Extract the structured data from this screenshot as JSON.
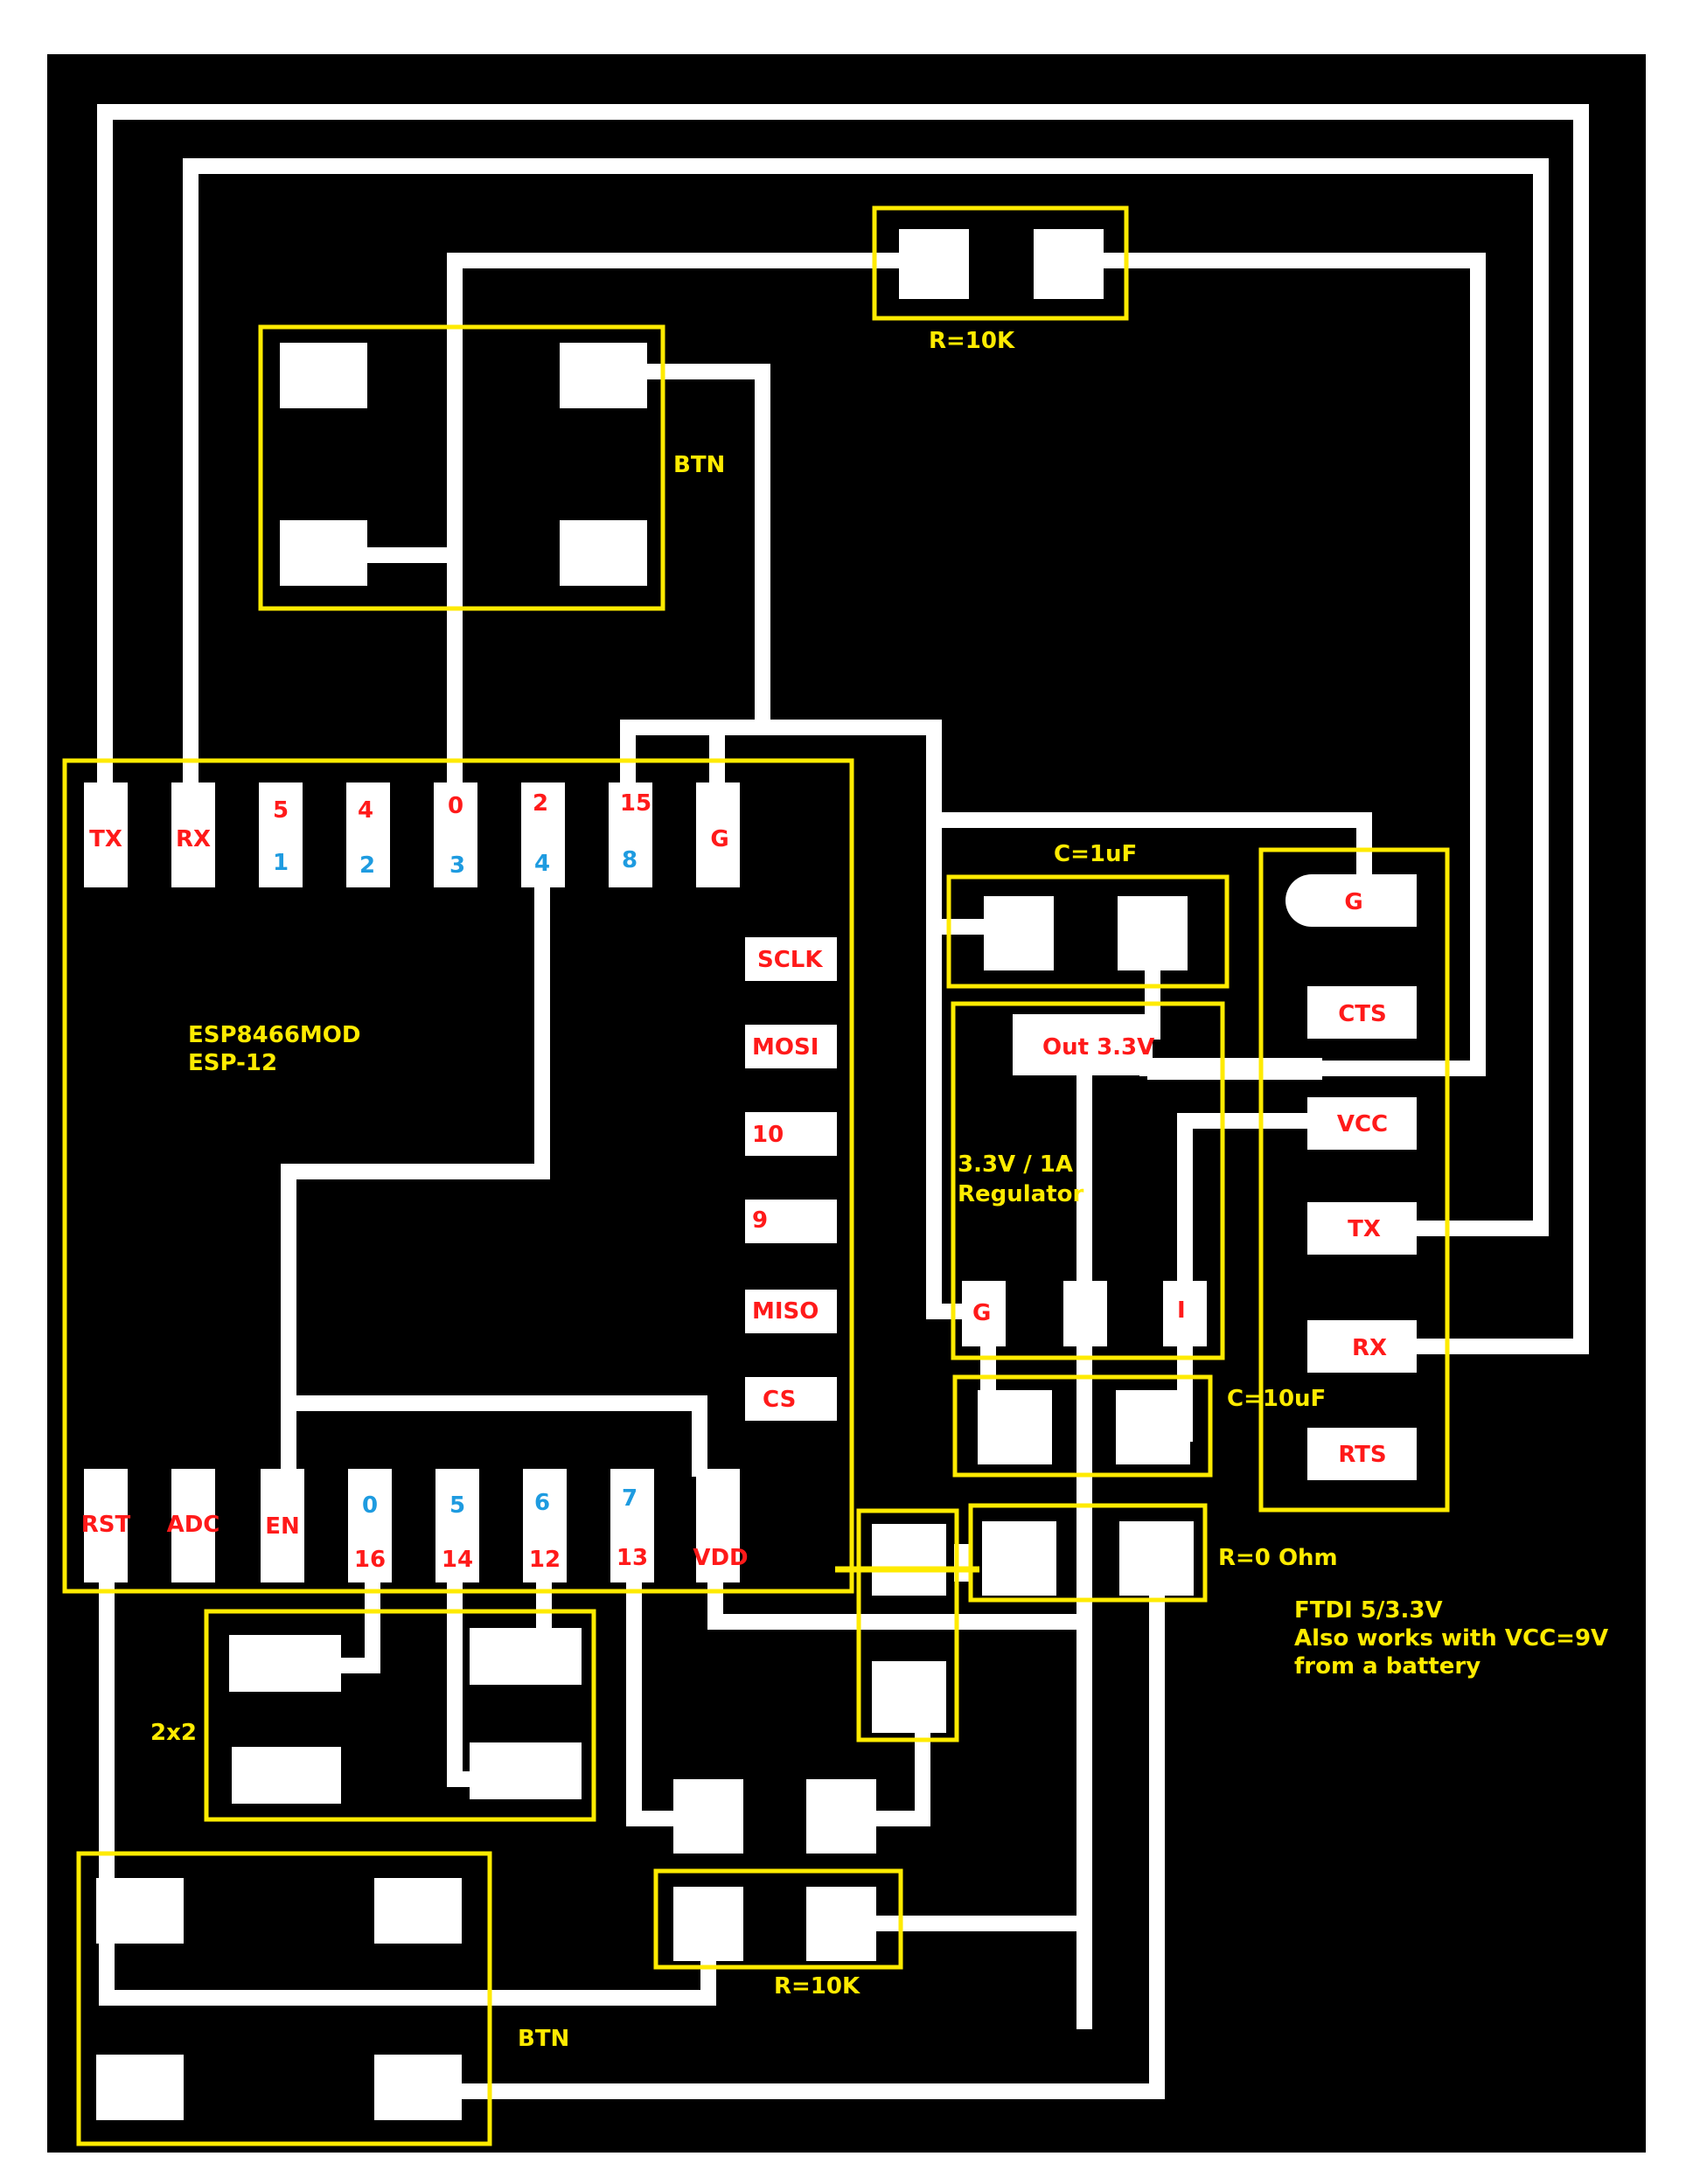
{
  "colors": {
    "board": "#000000",
    "trace": "#ffffff",
    "outline": "#ffeb00",
    "pin_label_red": "#ff1a1a",
    "pin_label_blue": "#1e9be0",
    "annotation": "#ffeb00"
  },
  "esp_module": {
    "name_line1": "ESP8466MOD",
    "name_line2": "ESP-12",
    "top_pins": [
      {
        "label": "TX",
        "gpio": ""
      },
      {
        "label": "RX",
        "gpio": ""
      },
      {
        "label": "5",
        "gpio": "1"
      },
      {
        "label": "4",
        "gpio": "2"
      },
      {
        "label": "0",
        "gpio": "3"
      },
      {
        "label": "2",
        "gpio": "4"
      },
      {
        "label": "15",
        "gpio": "8"
      },
      {
        "label": "G",
        "gpio": ""
      }
    ],
    "side_pins": [
      "SCLK",
      "MOSI",
      "10",
      "9",
      "MISO",
      "CS"
    ],
    "bottom_pins": [
      {
        "label": "RST",
        "gpio": ""
      },
      {
        "label": "ADC",
        "gpio": ""
      },
      {
        "label": "EN",
        "gpio": ""
      },
      {
        "label": "16",
        "gpio": "0"
      },
      {
        "label": "14",
        "gpio": "5"
      },
      {
        "label": "12",
        "gpio": "6"
      },
      {
        "label": "13",
        "gpio": "7"
      },
      {
        "label": "VDD",
        "gpio": ""
      }
    ]
  },
  "ftdi_pins": [
    "G",
    "CTS",
    "VCC",
    "TX",
    "RX",
    "RTS"
  ],
  "regulator": {
    "out_label": "Out 3.3V",
    "desc_line1": "3.3V / 1A",
    "desc_line2": "Regulator",
    "pin_g": "G",
    "pin_i": "I"
  },
  "annotations": {
    "r_top": "R=10K",
    "btn_top": "BTN",
    "c1": "C=1uF",
    "c10": "C=10uF",
    "r0": "R=0 Ohm",
    "ftdi_line1": "FTDI 5/3.3V",
    "ftdi_line2": "Also works with VCC=9V",
    "ftdi_line3": "from a battery",
    "header_2x2": "2x2",
    "r_bottom": "R=10K",
    "btn_bottom": "BTN"
  }
}
